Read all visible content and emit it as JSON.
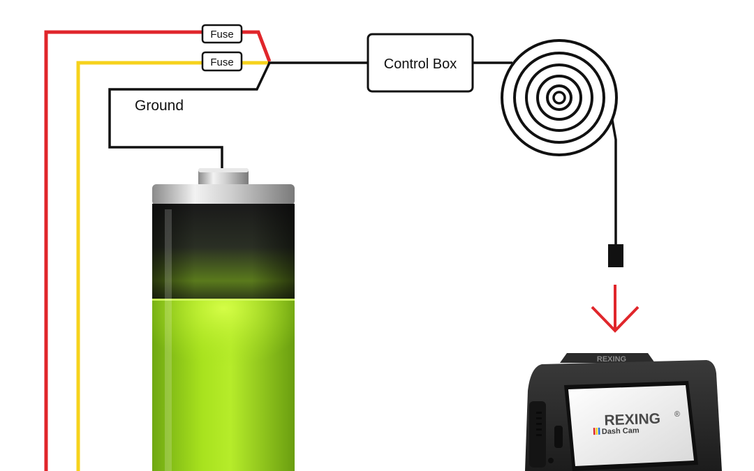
{
  "labels": {
    "fuse_top": "Fuse",
    "fuse_bottom": "Fuse",
    "control_box": "Control Box",
    "ground": "Ground"
  },
  "dashcam": {
    "top_brand": "REXING",
    "screen_brand": "REXING",
    "registered": "®",
    "screen_subtitle": "Dash Cam"
  },
  "colors": {
    "red_wire": "#e0262b",
    "yellow_wire": "#f6d21c",
    "black_wire": "#111111",
    "arrow": "#e0262b",
    "battery_charge": "#8fd41a"
  },
  "icons": [
    "battery-icon",
    "cable-coil-icon",
    "plug-connector-icon",
    "down-arrow-icon",
    "dash-cam-icon"
  ]
}
